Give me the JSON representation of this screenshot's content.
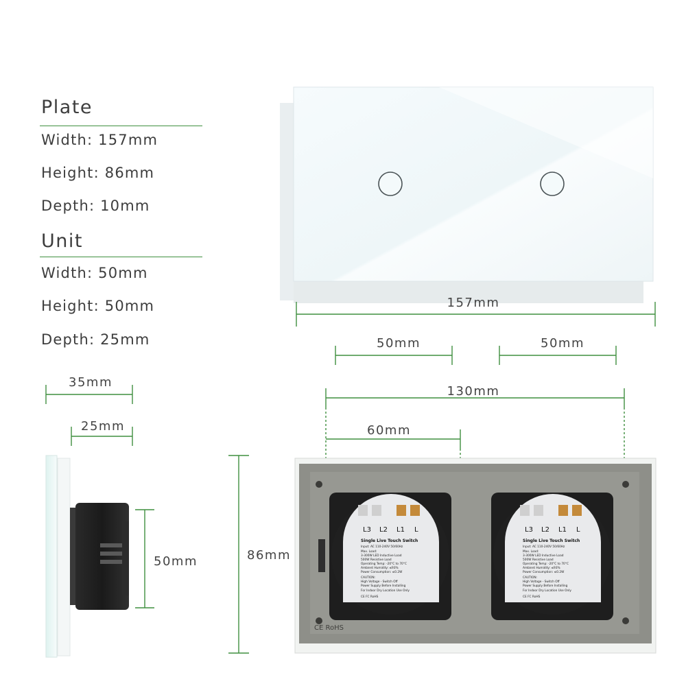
{
  "specs": {
    "plate": {
      "title": "Plate",
      "lines": [
        "Width: 157mm",
        "Height: 86mm",
        "Depth: 10mm"
      ]
    },
    "unit": {
      "title": "Unit",
      "lines": [
        "Width: 50mm",
        "Height: 50mm",
        "Depth: 25mm"
      ]
    }
  },
  "dimensions": {
    "plate_width": "157mm",
    "button_left_span": "50mm",
    "button_right_span": "50mm",
    "mount_span": "130mm",
    "module_pitch": "60mm",
    "side_depth_total": "35mm",
    "side_depth_unit": "25mm",
    "side_unit_height": "50mm",
    "back_height": "86mm"
  },
  "module_label": {
    "terminals": [
      "L3",
      "L2",
      "L1",
      "L"
    ],
    "title": "Single Live Touch Switch",
    "lines": [
      "Input: AC 110-240V 50/60Hz",
      "Max. Load:",
      "3-300W LED Inductive Load",
      "500W Resistive Load",
      "Operating Temp: -20°C to 70°C",
      "Ambient Humidity: ≤93%",
      "Power Consumption: ≤0.2W",
      "CAUTION:",
      "High Voltage - Switch Off",
      "Power Supply Before Installing",
      "For Indoor Dry Location Use Only",
      "CE FC RoHS"
    ]
  },
  "back_plate_mark": "CE RoHS",
  "colors": {
    "dimension_green": "#3f8f3f",
    "plate_white": "#f3f9fb",
    "back_gray": "#8e8f89",
    "module_black": "#1e1e1e"
  }
}
